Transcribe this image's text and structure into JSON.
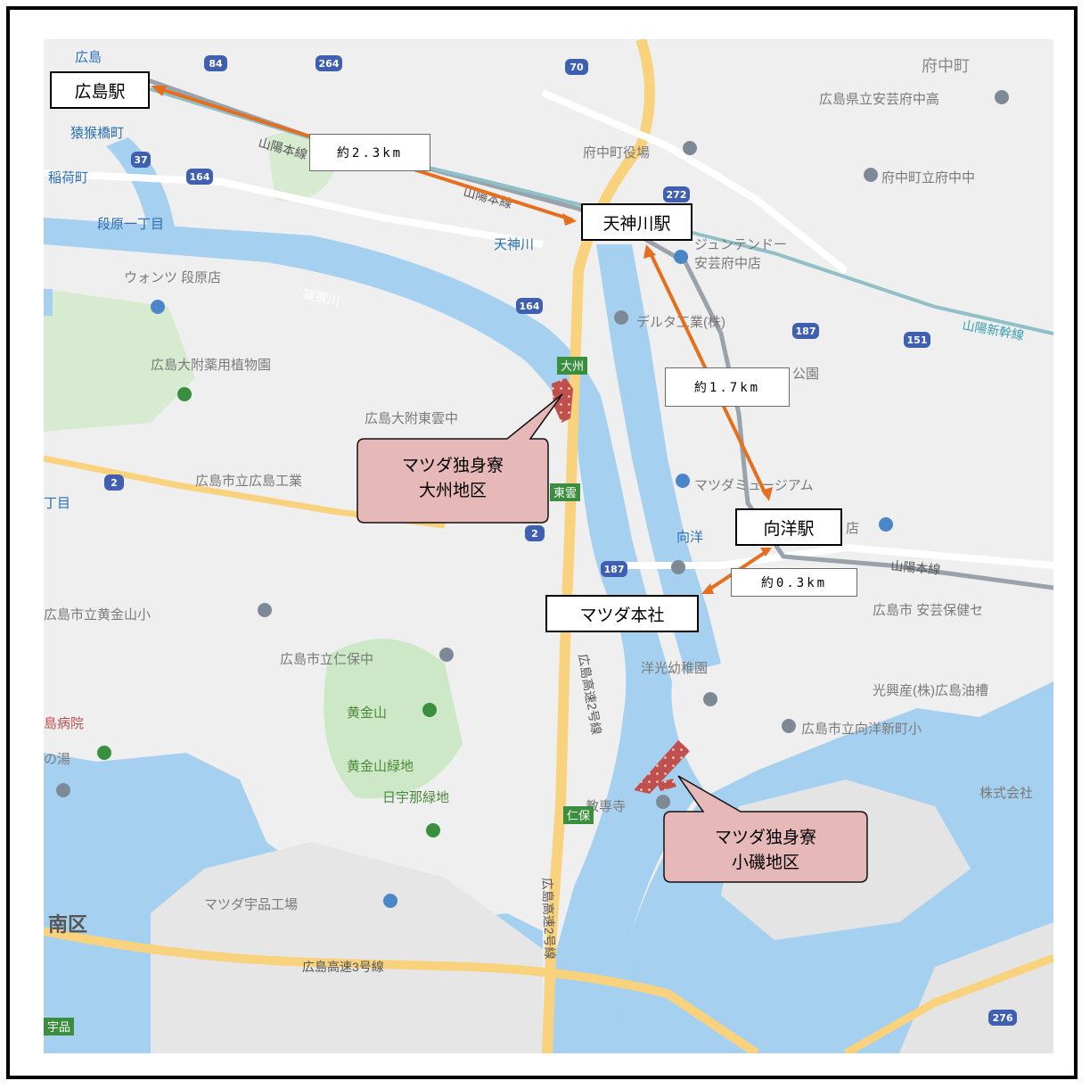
{
  "map": {
    "district_labels": [
      {
        "id": "fuchu-cho",
        "text": "府中町"
      },
      {
        "id": "minami-ku",
        "text": "南区"
      }
    ],
    "poi_labels": [
      {
        "id": "hiroshima-aki-fuchu-high",
        "text": "広島県立安芸府中高"
      },
      {
        "id": "fuchu-junior-high",
        "text": "府中町立府中中"
      },
      {
        "id": "fuchu-town-office",
        "text": "府中町役場"
      },
      {
        "id": "nintendo",
        "text": "ジュンテンドー"
      },
      {
        "id": "nintendo-2",
        "text": "安芸府中店"
      },
      {
        "id": "delta-kogyo",
        "text": "デルタ工業(株)"
      },
      {
        "id": "park",
        "text": "公園"
      },
      {
        "id": "mazda-museum",
        "text": "マツダミュージアム"
      },
      {
        "id": "koyo-store",
        "text": "店"
      },
      {
        "id": "aki-health",
        "text": "広島市 安芸保健セ"
      },
      {
        "id": "yoko-kindergarten",
        "text": "洋光幼稚園"
      },
      {
        "id": "koyo-shinmachi",
        "text": "広島市立向洋新町小"
      },
      {
        "id": "kabushiki",
        "text": "株式会社"
      },
      {
        "id": "oil",
        "text": "光興産(株)広島油槽"
      },
      {
        "id": "kyosenji",
        "text": "教専寺"
      },
      {
        "id": "wants",
        "text": "ウォンツ 段原店"
      },
      {
        "id": "botanical",
        "text": "広島大附薬用植物園"
      },
      {
        "id": "fuzoku-east",
        "text": "広島大附東雲中"
      },
      {
        "id": "hiroshima-technical",
        "text": "広島市立広島工業"
      },
      {
        "id": "koganeyama-elem",
        "text": "広島市立黄金山小"
      },
      {
        "id": "niho-jhs",
        "text": "広島市立仁保中"
      },
      {
        "id": "koganeyama",
        "text": "黄金山"
      },
      {
        "id": "koganeyama-green",
        "text": "黄金山緑地"
      },
      {
        "id": "ujina-green",
        "text": "日宇那緑地"
      },
      {
        "id": "mazda-ujina",
        "text": "マツダ宇品工場"
      },
      {
        "id": "hospital",
        "text": "島病院"
      },
      {
        "id": "yu",
        "text": "の湯"
      },
      {
        "id": "danbara",
        "text": "段原一丁目"
      },
      {
        "id": "inari",
        "text": "稲荷町"
      },
      {
        "id": "enkobashi",
        "text": "猿猴橋町"
      },
      {
        "id": "tenjingawa-st",
        "text": "天神川"
      },
      {
        "id": "mukainada-st",
        "text": "向洋"
      },
      {
        "id": "chome",
        "text": "丁目"
      },
      {
        "id": "hiroshima-top",
        "text": "広島"
      }
    ],
    "road_labels": [
      {
        "id": "sanyo-main-1",
        "text": "山陽本線"
      },
      {
        "id": "sanyo-main-2",
        "text": "山陽本線"
      },
      {
        "id": "sanyo-main-3",
        "text": "山陽本線"
      },
      {
        "id": "shinkansen",
        "text": "山陽新幹線"
      },
      {
        "id": "expressway-2",
        "text": "広島高速2号線"
      },
      {
        "id": "expressway-2b",
        "text": "広島高速2号線"
      },
      {
        "id": "expressway-3",
        "text": "広島高速3号線"
      },
      {
        "id": "enko-river",
        "text": "猿猴川"
      }
    ],
    "route_shields": [
      {
        "id": "r84",
        "text": "84"
      },
      {
        "id": "r264",
        "text": "264"
      },
      {
        "id": "r70",
        "text": "70"
      },
      {
        "id": "r164a",
        "text": "164"
      },
      {
        "id": "r164b",
        "text": "164"
      },
      {
        "id": "r272",
        "text": "272"
      },
      {
        "id": "r187a",
        "text": "187"
      },
      {
        "id": "r187b",
        "text": "187"
      },
      {
        "id": "r151",
        "text": "151"
      },
      {
        "id": "r37",
        "text": "37"
      },
      {
        "id": "r2a",
        "text": "2"
      },
      {
        "id": "r2b",
        "text": "2"
      },
      {
        "id": "r276",
        "text": "276"
      }
    ],
    "ramp_signs": [
      {
        "id": "ozu",
        "text": "大州"
      },
      {
        "id": "higashi",
        "text": "東雲"
      },
      {
        "id": "niho",
        "text": "仁保"
      },
      {
        "id": "ujina",
        "text": "宇品"
      }
    ],
    "colors": {
      "land": "#efefef",
      "water": "#a6d0ef",
      "park": "#cde8c6",
      "highway": "#f9d27d",
      "rail": "#9aa3ab",
      "arrow": "#e46f1e",
      "callout": "#e6b9b8",
      "dorm": "#c0504d"
    }
  },
  "stations": {
    "hiroshima": "広島駅",
    "tenjingawa": "天神川駅",
    "mukainada": "向洋駅",
    "mazda_hq": "マツダ本社"
  },
  "distances": {
    "hiroshima_tenjingawa": "約2.3km",
    "tenjingawa_mukainada": "約1.7km",
    "mukainada_mazda": "約0.3km"
  },
  "callouts": {
    "ozu": {
      "line1": "マツダ独身寮",
      "line2": "大州地区"
    },
    "koiso": {
      "line1": "マツダ独身寮",
      "line2": "小磯地区"
    }
  }
}
